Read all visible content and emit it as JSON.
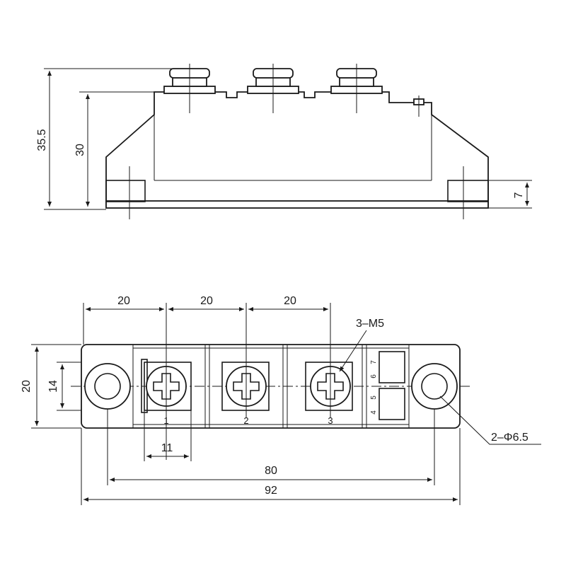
{
  "side_view": {
    "dim_total_height": "35.5",
    "dim_body_height": "30",
    "dim_foot_height": "7"
  },
  "top_view": {
    "dim_pitch_1": "20",
    "dim_pitch_2": "20",
    "dim_pitch_3": "20",
    "dim_width": "20",
    "dim_inner_width": "14",
    "dim_terminal_width": "11",
    "dim_hole_spacing": "80",
    "dim_overall_length": "92",
    "callout_screws": "3–M5",
    "callout_holes": "2–Φ6.5",
    "terminal_labels": [
      "1",
      "2",
      "3"
    ],
    "aux_pin_labels": [
      "7",
      "6",
      "5",
      "4"
    ]
  }
}
